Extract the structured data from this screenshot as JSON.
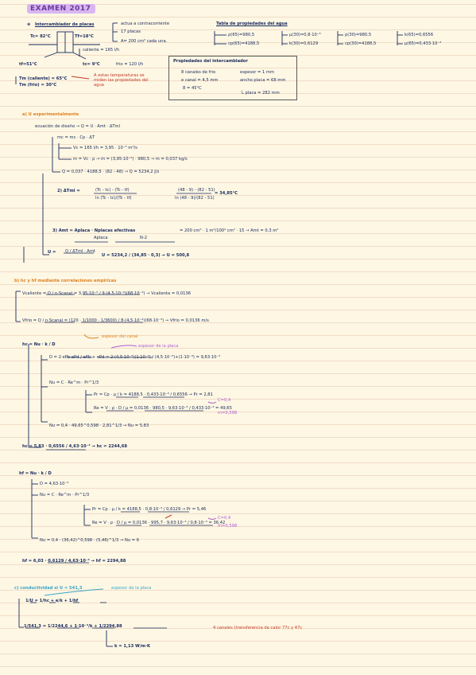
{
  "header": {
    "title": "EXAMEN 2017",
    "problem_number": "4",
    "problem_title": "Intercambiador de placas"
  },
  "setup": {
    "counterflow": "actua a contracorriente",
    "plates": "17 placas",
    "area": "A= 200 cm² cada una.",
    "tc_in": "Tc= 82°C",
    "tf_in": "Tf=18°C",
    "tf_out": "tf=51°C",
    "tc_out": "tc= 9°C",
    "caliente_flow": "caliente = 165 l/h",
    "frio_flow": "frio = 120 l/h",
    "tm_hot": "Tm (caliente) = 65°C",
    "tm_cold": "Tm (frio) = 30°C",
    "tm_note": "A estas temperaturas se miden las propiedades del agua"
  },
  "water_props": {
    "title": "Tabla de propiedades del agua",
    "items": [
      "ρ(65)=980,5",
      "cp(65)=4188,5",
      "μ(30)=0,8·10⁻³",
      "k(30)=0,6129",
      "ρ(30)=980,5",
      "cp(30)=4188,5",
      "k(65)=0,6556",
      "μ(65)=0,433·10⁻³"
    ]
  },
  "exchanger_props": {
    "title": "Propiedades del intercambiador",
    "rows": [
      "8 canales de frio",
      "espesor = 1 mm",
      "e canal = 4,5 mm",
      "ancho placa = 68 mm",
      "8 = 45°C",
      "L placa = 282 mm"
    ]
  },
  "section_a": {
    "heading": "a) U experimentalmente",
    "design_eq": "ecuación de diseño → Q = U · Amt · ΔTml",
    "q_eq": "mc = mc · Cp · ΔT",
    "vc": "Vc = 165 l/h = 3,95 · 10⁻⁵ m³/s",
    "m_hot": "m = Vc · ρ → m = (3,95·10⁻⁵) · 980,5 → m = 0,037 kg/s",
    "q_val": "Q = 0,037 · 4188,5 · (82 - 48) → Q = 5234,2 J/s",
    "dtml_label": "2) ΔTml =",
    "dtml_num": "(Tc - tc) - (Tc - tf)",
    "dtml_den": "ln (Tc - tc)/(Tc - tf)",
    "dtml_num2": "(48 - 9) - (82 - 51)",
    "dtml_den2": "ln (48 - 9)/(82 - 51)",
    "dtml_result": "= 34,85°C",
    "area_label": "3) Amt = Aplaca · Nplacas efectivas",
    "area_eq": "= 200 cm² · 1 m²/100² cm² · 15 → Amt = 0,3 m²",
    "area_sub1": "Aplaca",
    "area_sub2": "N-2",
    "u_label": "U =",
    "u_eq": "Q / ΔTml · Amt",
    "u_val": "U = 5234,2 / (34,85 · 0,3) → U = 500,8"
  },
  "section_b": {
    "heading": "b) hc y hf mediante correlaciones empíricas",
    "v_hot": "Vcaliente = Q / n·Scanal = 3,95·10⁻⁵ / 9·(4,5·10⁻³)(68·10⁻³) → Vcaliente = 0,0136",
    "v_cold": "Vfrio = Q / n·Scanal = (120 · 1/1000 · 1/3600) / 8·(4,5·10⁻³)(68·10⁻³) → Vfrio = 0,0136 m/s",
    "espesor_note": "espesor del canal",
    "hc_label": "hc = Nu · k / D",
    "espesor_placa": "espesor de la placa",
    "dh": "D = 2·ePb·ePd / ePb + ePd = 2·(4,5·10⁻³)(1·10⁻³) / (4,5·10⁻³)+(1·10⁻³) = 9,63·10⁻³",
    "nu_corr": "Nu = C · Re^m · Pr^1/3",
    "pr": "Pr = Cp · μ / k = 4188,5 · 0,433·10⁻³ / 0,6556 → Pr = 2,81",
    "re": "Re = V · ρ · D / μ = 0,0136 · 980,5 · 9,63·10⁻³ / 0,433·10⁻³ = 49,65",
    "constants": [
      "C=0,4",
      "m=0,598"
    ],
    "nu_val": "Nu = 0,4 · 49,65^0,598 · 2,81^1/3 → Nu = 5,83",
    "hc_val": "hc = 5,83 · 0,6556 / 4,63·10⁻³ → hc = 2244,68",
    "hf_label": "hf = Nu · k / D",
    "hf_d": "D = 4,63·10⁻³",
    "hf_nu": "Nu = C · Re^m · Pr^1/3",
    "hf_pr": "Pr = Cp · μ / k = 4188,5 · 0,8·10⁻³ / 0,6129 → Pr = 5,46",
    "hf_re": "Re = V · ρ · D / μ = 0,0136 · 995,7 · 9,63·10⁻³ / 0,8·10⁻³ = 36,42",
    "hf_nu_val": "Nu = 0,4 · (36,42)^0,598 · (5,46)^1/3 → Nu = 6",
    "hf_val": "hf = 6,03 · 0,6129 / 4,63·10⁻³ → hf = 2294,88"
  },
  "section_c": {
    "heading": "c) conductividad si U = 541,3",
    "espesor_note": "espesor de la placa",
    "eq1": "1/U = 1/hc + e/k + 1/hf",
    "eq2": "1/541,3 = 1/2244,6 + 1·10⁻³/k + 1/2294,88",
    "k_val": "k = 1,13 W/m·K",
    "remark": "4 canales (transferencia de calor 77c y 47c"
  }
}
